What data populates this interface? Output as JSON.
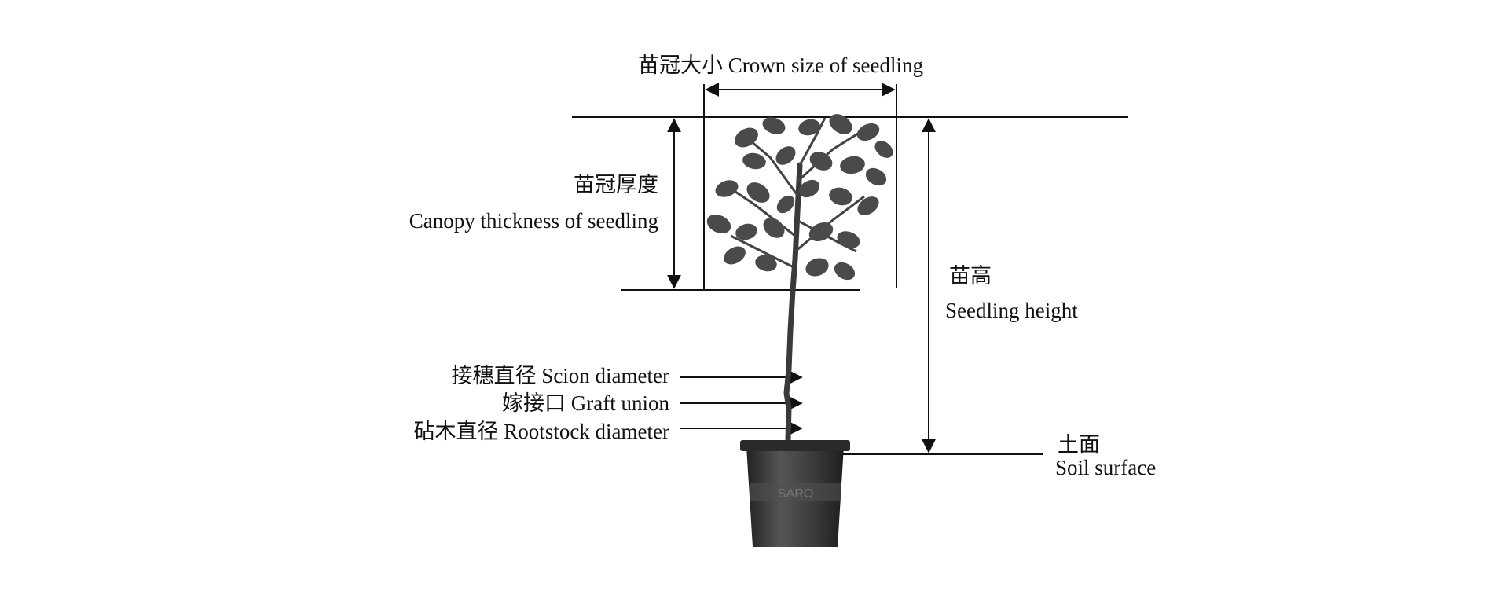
{
  "labels": {
    "crown_size": "苗冠大小 Crown size of seedling",
    "canopy_thickness_cn": "苗冠厚度",
    "canopy_thickness_en": "Canopy thickness of seedling",
    "seedling_height_cn": "苗高",
    "seedling_height_en": "Seedling height",
    "scion_diameter": "接穗直径 Scion diameter",
    "graft_union": "嫁接口 Graft union",
    "rootstock_diameter": "砧木直径 Rootstock diameter",
    "soil_surface_cn": "土面",
    "soil_surface_en": "Soil surface"
  },
  "pot_text": "SARO",
  "colors": {
    "line": "#111111",
    "plant": "#444444",
    "pot": "#3a3a3a"
  }
}
